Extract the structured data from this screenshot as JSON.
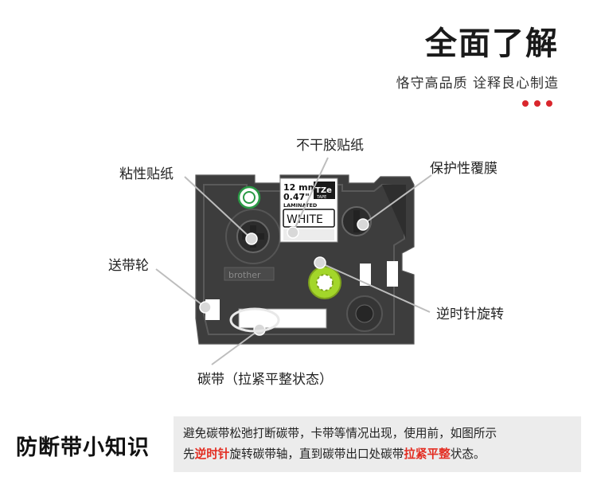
{
  "header": {
    "title": "全面了解",
    "subtitle": "恪守高品质 诠释良心制造"
  },
  "tape": {
    "size_mm": "12 mm",
    "size_in": "0.47\"",
    "type": "LAMINATED",
    "logo": "TZe",
    "logo_sub": "TAPE",
    "color_label": "WHITE",
    "brand": "brother"
  },
  "callouts": {
    "non_stick": "不干胶贴纸",
    "sticky_paper": "粘性贴纸",
    "protective_film": "保护性覆膜",
    "feed_wheel": "送带轮",
    "rotate_ccw": "逆时针旋转",
    "ribbon": "碳带（拉紧平整状态）"
  },
  "tip": {
    "title": "防断带小知识",
    "line1": "避免碳带松弛打断碳带，卡带等情况出现，使用前，如图所示",
    "line2_a": "先",
    "line2_b": "逆时针",
    "line2_c": "旋转碳带轴，直到碳带出口处碳带",
    "line2_d": "拉紧平整",
    "line2_e": "状态。"
  },
  "colors": {
    "accent_red": "#d9262c",
    "highlight_red": "#e32d22",
    "cassette": "#3c3c3c",
    "ring_green": "#a3d62a"
  }
}
